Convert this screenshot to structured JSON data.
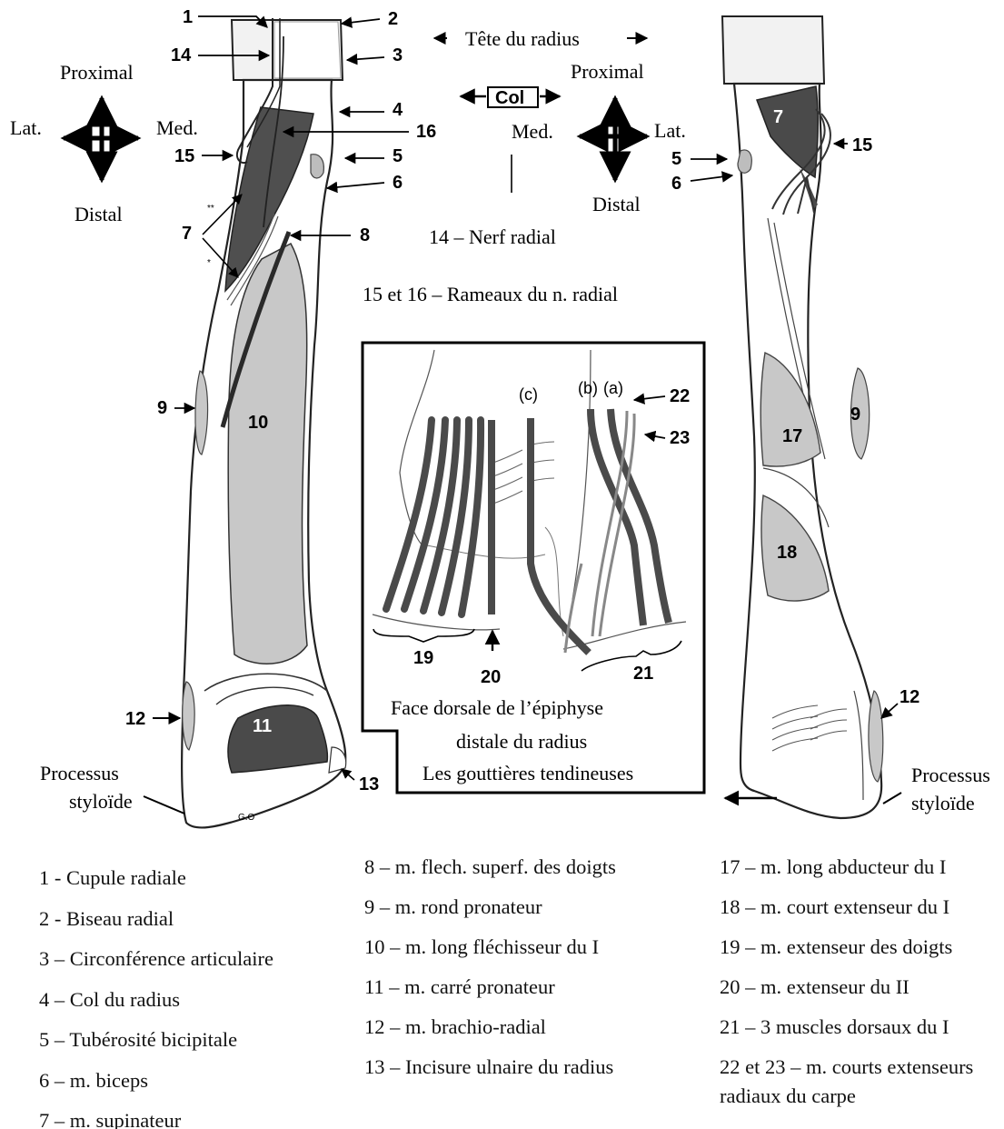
{
  "orientation_left": {
    "proximal": "Proximal",
    "distal": "Distal",
    "lateral": "Lat.",
    "medial": "Med."
  },
  "orientation_right": {
    "proximal": "Proximal",
    "distal": "Distal",
    "lateral": "Lat.",
    "medial": "Med."
  },
  "head_label": "Tête du radius",
  "neck_label": "Col",
  "nerve_label": "14 – Nerf radial",
  "branches_label": "15 et 16 – Rameaux du n. radial",
  "styloid_left": [
    "Processus",
    "styloïde"
  ],
  "styloid_right": [
    "Processus",
    "styloïde"
  ],
  "signature": "G.O",
  "inset": {
    "caption": [
      "Face dorsale de l’épiphyse",
      "distale du radius",
      "Les gouttières tendineuses"
    ],
    "groove_a": "(a)",
    "groove_b": "(b)",
    "groove_c": "(c)",
    "num_19": "19",
    "num_20": "20",
    "num_21": "21",
    "num_22": "22",
    "num_23": "23"
  },
  "markers": {
    "n1": "1",
    "n2": "2",
    "n3": "3",
    "n4": "4",
    "n5": "5",
    "n6": "6",
    "n7": "7",
    "n8": "8",
    "n9": "9",
    "n10": "10",
    "n11": "11",
    "n12": "12",
    "n13": "13",
    "n14": "14",
    "n15": "15",
    "n16": "16",
    "star2": "**",
    "star1": "*",
    "r5": "5",
    "r6": "6",
    "r7": "7",
    "r9": "9",
    "r12": "12",
    "r15": "15",
    "r17": "17",
    "r18": "18"
  },
  "legend": {
    "col1": [
      "1 - Cupule radiale",
      "2 - Biseau radial",
      "3 – Circonférence articulaire",
      "4 – Col du radius",
      "5 – Tubérosité bicipitale",
      "6 – m. biceps",
      "7 – m. supinateur"
    ],
    "col2": [
      "8 – m. flech. superf. des doigts",
      "9 – m. rond pronateur",
      "10 – m. long fléchisseur du I",
      "11 – m. carré pronateur",
      "12 – m. brachio-radial",
      "13 – Incisure ulnaire du radius"
    ],
    "col3": [
      "17 – m. long abducteur du I",
      "18 – m. court extenseur du I",
      "19 – m. extenseur des doigts",
      "20 – m. extenseur du II",
      "21 – 3 muscles dorsaux du I",
      "22 et 23 – m. courts extenseurs radiaux du carpe"
    ]
  }
}
